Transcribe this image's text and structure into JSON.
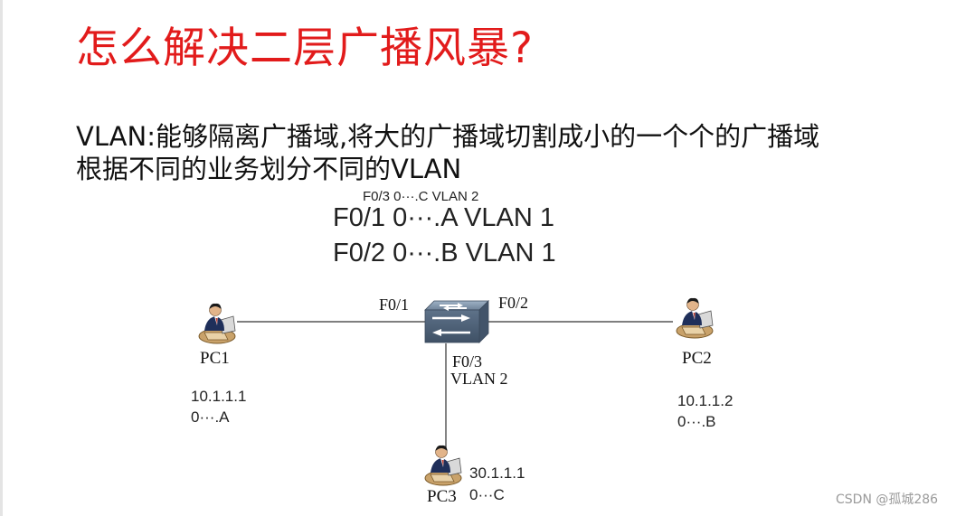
{
  "slide": {
    "title": "怎么解决二层广播风暴?",
    "body_line_1": "VLAN:能够隔离广播域,将大的广播域切割成小的一个个的广播域",
    "body_line_2": "根据不同的业务划分不同的VLAN"
  },
  "mac_table": {
    "row_small": "F0/3 0···.C VLAN 2",
    "row_1": "F0/1 0···.A VLAN 1",
    "row_2": "F0/2 0···.B VLAN 1"
  },
  "switch": {
    "port_f01": "F0/1",
    "port_f02": "F0/2",
    "port_f03": "F0/3",
    "port_f03_vlan": "VLAN 2"
  },
  "hosts": {
    "pc1": {
      "label": "PC1",
      "ip": "10.1.1.1",
      "mac": "0···.A"
    },
    "pc2": {
      "label": "PC2",
      "ip": "10.1.1.2",
      "mac": "0···.B"
    },
    "pc3": {
      "label": "PC3",
      "ip": "30.1.1.1",
      "mac": "0···C"
    }
  },
  "icons": {
    "switch": "network-switch-icon",
    "pc": "user-at-computer-icon"
  },
  "colors": {
    "title": "#e21b1b",
    "switch_body": "#5b6f86",
    "link": "#333333"
  },
  "watermark": "CSDN @孤城286"
}
